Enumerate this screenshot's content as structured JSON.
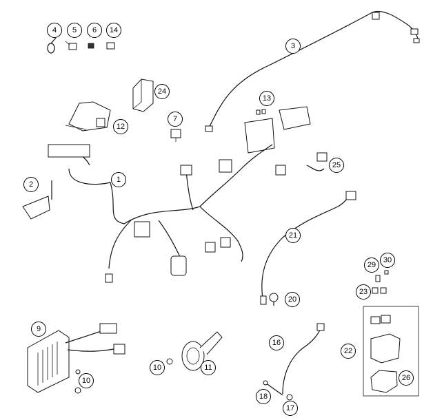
{
  "callouts": [
    {
      "id": "c4",
      "label": "4"
    },
    {
      "id": "c5",
      "label": "5"
    },
    {
      "id": "c6",
      "label": "6"
    },
    {
      "id": "c14",
      "label": "14"
    },
    {
      "id": "c3",
      "label": "3"
    },
    {
      "id": "c24",
      "label": "24"
    },
    {
      "id": "c13",
      "label": "13"
    },
    {
      "id": "c12",
      "label": "12"
    },
    {
      "id": "c7",
      "label": "7"
    },
    {
      "id": "c25",
      "label": "25"
    },
    {
      "id": "c1",
      "label": "1"
    },
    {
      "id": "c2",
      "label": "2"
    },
    {
      "id": "c21",
      "label": "21"
    },
    {
      "id": "c29",
      "label": "29"
    },
    {
      "id": "c30",
      "label": "30"
    },
    {
      "id": "c23",
      "label": "23"
    },
    {
      "id": "c20",
      "label": "20"
    },
    {
      "id": "c9",
      "label": "9"
    },
    {
      "id": "c16",
      "label": "16"
    },
    {
      "id": "c22",
      "label": "22"
    },
    {
      "id": "c10a",
      "label": "10"
    },
    {
      "id": "c10b",
      "label": "10"
    },
    {
      "id": "c11",
      "label": "11"
    },
    {
      "id": "c26",
      "label": "26"
    },
    {
      "id": "c18",
      "label": "18"
    },
    {
      "id": "c17",
      "label": "17"
    }
  ],
  "colors": {
    "line": "#111111",
    "background": "#ffffff"
  }
}
